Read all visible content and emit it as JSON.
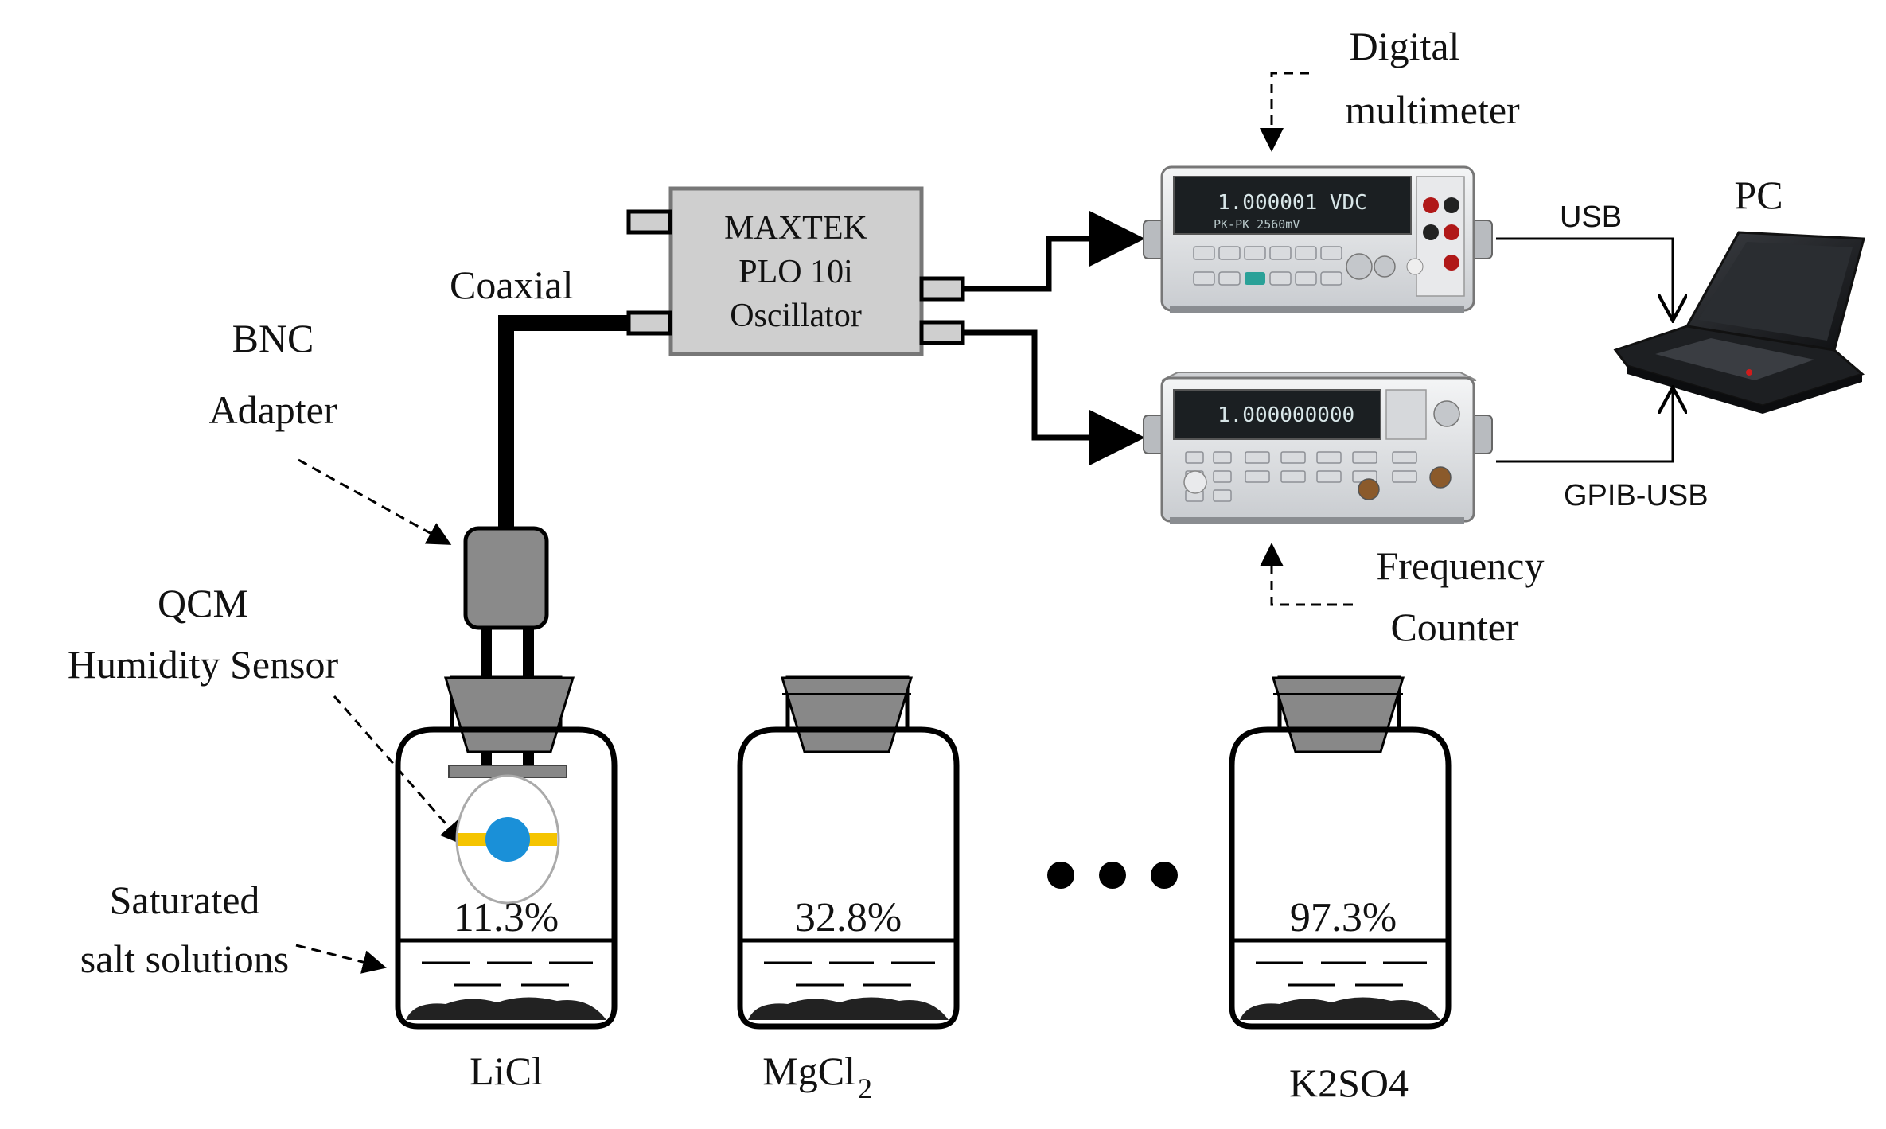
{
  "labels": {
    "digital_multimeter_line1": "Digital",
    "digital_multimeter_line2": "multimeter",
    "oscillator_line1": "MAXTEK",
    "oscillator_line2": "PLO 10i",
    "oscillator_line3": "Oscillator",
    "coaxial": "Coaxial",
    "bnc_line1": "BNC",
    "bnc_line2": "Adapter",
    "qcm_line1": "QCM",
    "qcm_line2": "Humidity Sensor",
    "saturated_line1": "Saturated",
    "saturated_line2": "salt solutions",
    "usb": "USB",
    "pc": "PC",
    "gpib_usb": "GPIB-USB",
    "frequency_line1": "Frequency",
    "frequency_line2": "Counter"
  },
  "multimeter_display": {
    "main": "1.000001 VDC",
    "sub": "PK-PK 2560mV"
  },
  "counter_display": {
    "main": "1.000000000"
  },
  "jars": [
    {
      "humidity": "11.3%",
      "salt": "LiCl",
      "salt_sub": ""
    },
    {
      "humidity": "32.8%",
      "salt": "MgCl",
      "salt_sub": "2"
    },
    {
      "humidity": "97.3%",
      "salt": "K2SO4",
      "salt_sub": ""
    }
  ],
  "colors": {
    "line": "#000000",
    "oscillator_fill": "#cfcfcf",
    "stopper_fill": "#888888",
    "bnc_fill": "#8a8a8a",
    "sensor_electrode": "#f5c400",
    "sensor_crystal": "#1a90d8",
    "instrument_body": "#e4e6e8",
    "instrument_screen": "#1b1f22"
  }
}
